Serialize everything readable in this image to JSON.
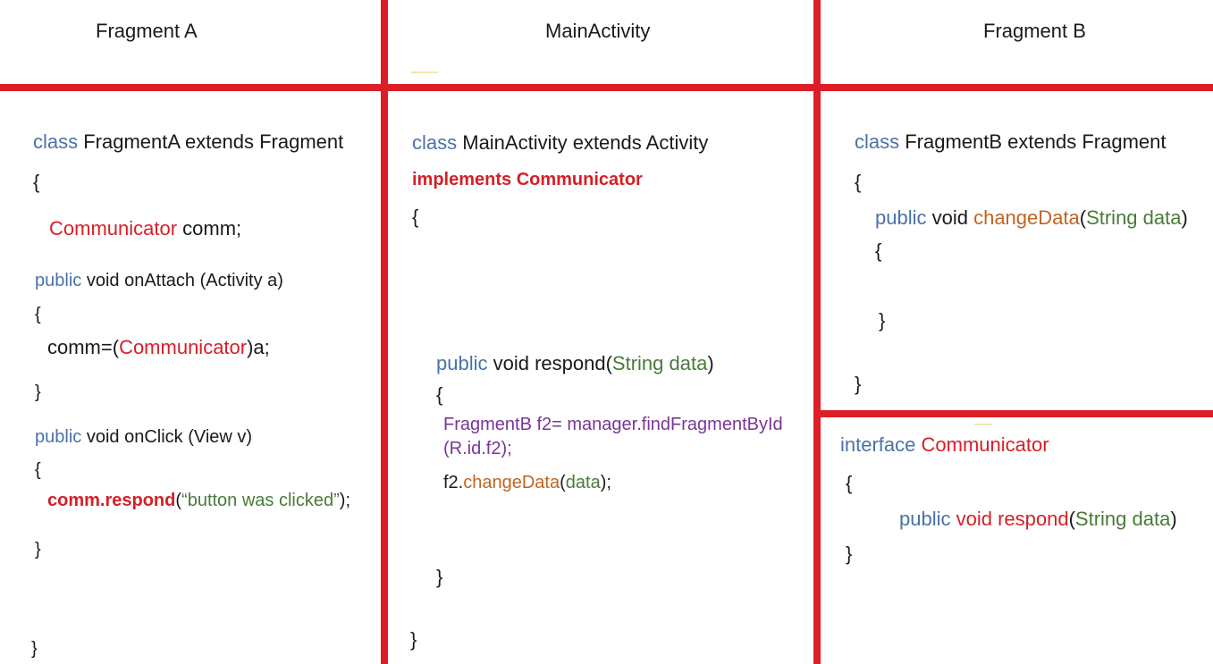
{
  "headers": {
    "fragment_a": "Fragment A",
    "main_activity": "MainActivity",
    "fragment_b": "Fragment B"
  },
  "fragment_a": {
    "l1_kw": "class",
    "l1_rest": " FragmentA extends Fragment",
    "l2": "{",
    "l3_type": "Communicator",
    "l3_rest": " comm;",
    "l4_kw": "public",
    "l4_rest": " void onAttach (Activity a)",
    "l5": "{",
    "l6_a": "comm=(",
    "l6_type": "Communicator",
    "l6_b": ")a;",
    "l7": "}",
    "l8_kw": "public",
    "l8_rest": " void onClick (View v)",
    "l9": "{",
    "l10_call": "comm.respond",
    "l10_open": "(",
    "l10_str": "“button was clicked”",
    "l10_close": ");",
    "l11": "}",
    "l12": "}"
  },
  "main_activity": {
    "l1_kw": "class",
    "l1_rest": " MainActivity extends Activity",
    "l2": "implements Communicator",
    "l3": "{",
    "l4_kw": "public",
    "l4_rest": " void respond(",
    "l4_param": "String data",
    "l4_close": ")",
    "l5": "{",
    "l6": "FragmentB f2= manager.findFragmentById",
    "l7": "(R.id.f2);",
    "l8_a": "f2.",
    "l8_method": "changeData",
    "l8_b": "(",
    "l8_arg": "data",
    "l8_c": ");",
    "l9": "}",
    "l10": "}"
  },
  "fragment_b": {
    "l1_kw": "class",
    "l1_rest": " FragmentB extends Fragment",
    "l2": "{",
    "l3_kw": "public",
    "l3_rest": " void ",
    "l3_method": "changeData",
    "l3_open": "(",
    "l3_param": "String data",
    "l3_close": ")",
    "l4": "{",
    "l5": "}",
    "l6": "}"
  },
  "interface_block": {
    "l1_kw": "interface",
    "l1_name": " Communicator",
    "l2": "{",
    "l3_kw": "public",
    "l3_void": " void respond",
    "l3_open": "(",
    "l3_param": "String data",
    "l3_close": ")",
    "l4": "}"
  },
  "colors": {
    "divider": "#dc1e26",
    "keyword": "#4a72a8",
    "highlight": "#d42027",
    "method": "#c06421",
    "param": "#4a7a3a",
    "statement": "#7a3596"
  }
}
